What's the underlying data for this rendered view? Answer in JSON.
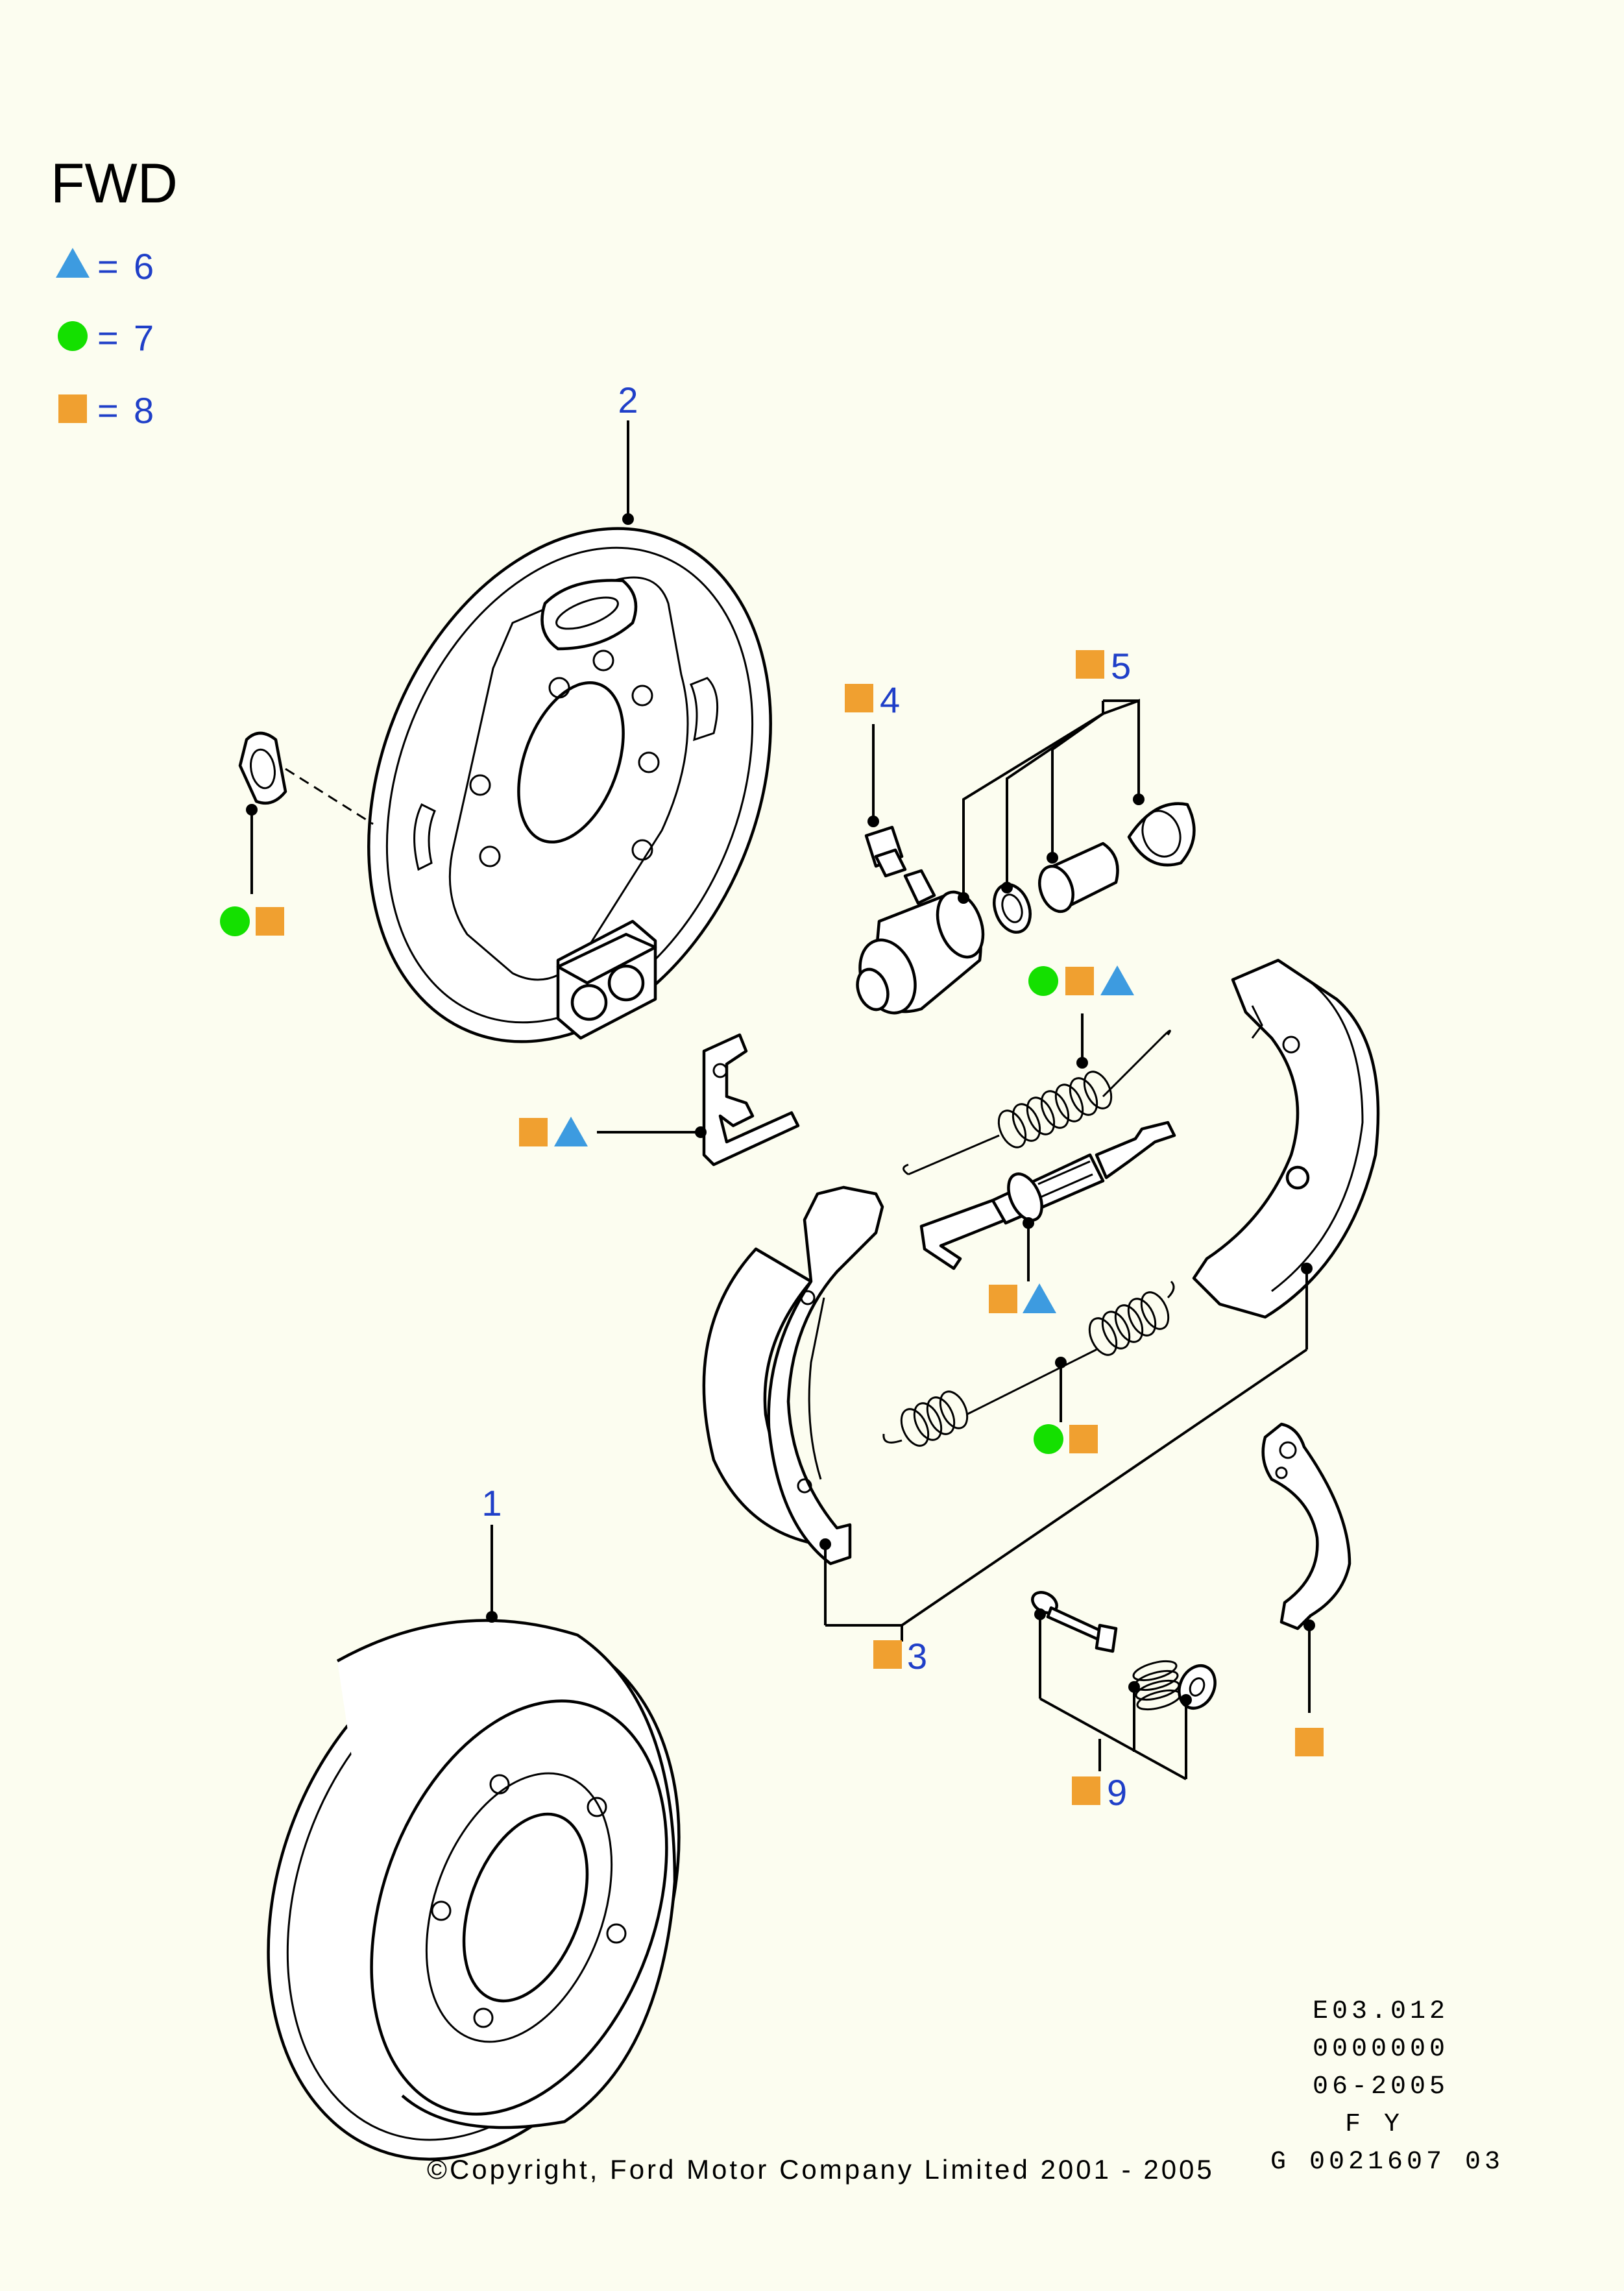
{
  "title": "FWD",
  "legend": [
    {
      "symbol": "triangle",
      "value": "6"
    },
    {
      "symbol": "circle",
      "value": "7"
    },
    {
      "symbol": "square",
      "value": "8"
    }
  ],
  "colors": {
    "triangle": "#3d9be0",
    "circle": "#14e000",
    "square": "#f0a030",
    "label": "#1f3fc8",
    "background": "#fcfdf0"
  },
  "callouts": {
    "brake_drum": "1",
    "backing_plate": "2",
    "brake_shoes": "3",
    "bleed_screw": "4",
    "cylinder_kit": "5",
    "hold_down_kit": "9"
  },
  "footer": {
    "codes": [
      "E03.012",
      "0000000",
      "06-2005",
      "F Y",
      "G 0021607 03"
    ],
    "copyright": "©Copyright, Ford Motor Company Limited 2001 - 2005"
  }
}
